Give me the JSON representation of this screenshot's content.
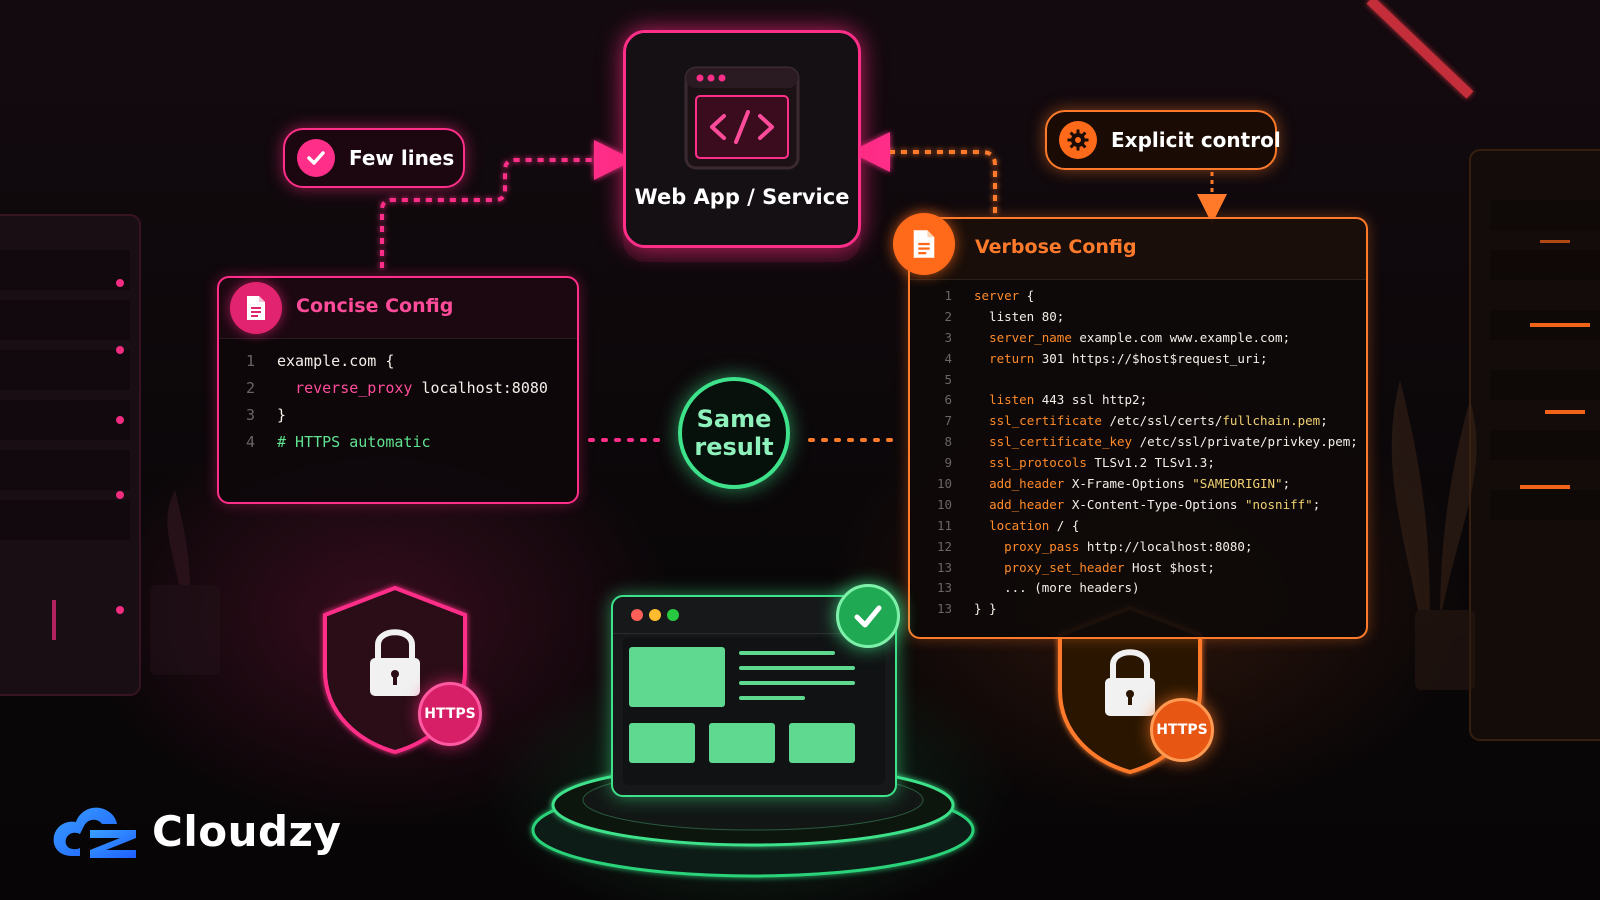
{
  "labels": {
    "few_lines": "Few lines",
    "explicit_control": "Explicit control",
    "web_app": "Web App / Service",
    "same_result_line1": "Same",
    "same_result_line2": "result",
    "https": "HTTPS"
  },
  "concise": {
    "title": "Concise Config",
    "lines": [
      {
        "n": "1",
        "parts": [
          {
            "t": "example.com {",
            "c": "w"
          }
        ]
      },
      {
        "n": "2",
        "parts": [
          {
            "t": "  ",
            "c": "w"
          },
          {
            "t": "reverse_proxy",
            "c": "kp"
          },
          {
            "t": " localhost:8080",
            "c": "w"
          }
        ]
      },
      {
        "n": "3",
        "parts": [
          {
            "t": "}",
            "c": "w"
          }
        ]
      },
      {
        "n": "4",
        "parts": [
          {
            "t": "# HTTPS automatic",
            "c": "c"
          }
        ]
      }
    ]
  },
  "verbose": {
    "title": "Verbose Config",
    "lines": [
      {
        "n": "1",
        "parts": [
          {
            "t": "server",
            "c": "k"
          },
          {
            "t": " {",
            "c": "w"
          }
        ]
      },
      {
        "n": "2",
        "parts": [
          {
            "t": "  listen 80;",
            "c": "w"
          }
        ]
      },
      {
        "n": "3",
        "parts": [
          {
            "t": "  ",
            "c": "w"
          },
          {
            "t": "server_name",
            "c": "k"
          },
          {
            "t": " example.com www.example.com;",
            "c": "w"
          }
        ]
      },
      {
        "n": "4",
        "parts": [
          {
            "t": "  ",
            "c": "w"
          },
          {
            "t": "return",
            "c": "k"
          },
          {
            "t": " 301 https://$host$request_uri;",
            "c": "w"
          }
        ]
      },
      {
        "n": "5",
        "parts": []
      },
      {
        "n": "6",
        "parts": [
          {
            "t": "  ",
            "c": "w"
          },
          {
            "t": "listen",
            "c": "k"
          },
          {
            "t": " 443 ssl http2;",
            "c": "w"
          }
        ]
      },
      {
        "n": "7",
        "parts": [
          {
            "t": "  ",
            "c": "w"
          },
          {
            "t": "ssl_certificate",
            "c": "k"
          },
          {
            "t": " /etc/ssl/certs/",
            "c": "w"
          },
          {
            "t": "fullchain.pem",
            "c": "s"
          },
          {
            "t": ";",
            "c": "w"
          }
        ]
      },
      {
        "n": "8",
        "parts": [
          {
            "t": "  ",
            "c": "w"
          },
          {
            "t": "ssl_certificate_key",
            "c": "k"
          },
          {
            "t": " /etc/ssl/private/privkey.pem;",
            "c": "w"
          }
        ]
      },
      {
        "n": "9",
        "parts": [
          {
            "t": "  ",
            "c": "w"
          },
          {
            "t": "ssl_protocols",
            "c": "k"
          },
          {
            "t": " TLSv1.2 TLSv1.3;",
            "c": "w"
          }
        ]
      },
      {
        "n": "10",
        "parts": [
          {
            "t": "  ",
            "c": "w"
          },
          {
            "t": "add_header",
            "c": "k"
          },
          {
            "t": " X-Frame-Options ",
            "c": "w"
          },
          {
            "t": "\"SAMEORIGIN\"",
            "c": "s"
          },
          {
            "t": ";",
            "c": "w"
          }
        ]
      },
      {
        "n": "10",
        "parts": [
          {
            "t": "  ",
            "c": "w"
          },
          {
            "t": "add_header",
            "c": "k"
          },
          {
            "t": " X-Content-Type-Options ",
            "c": "w"
          },
          {
            "t": "\"nosniff\"",
            "c": "s"
          },
          {
            "t": ";",
            "c": "w"
          }
        ]
      },
      {
        "n": "11",
        "parts": [
          {
            "t": "  ",
            "c": "w"
          },
          {
            "t": "location",
            "c": "k"
          },
          {
            "t": " / {",
            "c": "w"
          }
        ]
      },
      {
        "n": "12",
        "parts": [
          {
            "t": "    ",
            "c": "w"
          },
          {
            "t": "proxy_pass",
            "c": "k"
          },
          {
            "t": " http://localhost:8080;",
            "c": "w"
          }
        ]
      },
      {
        "n": "13",
        "parts": [
          {
            "t": "    ",
            "c": "w"
          },
          {
            "t": "proxy_set_header",
            "c": "k"
          },
          {
            "t": " Host $host;",
            "c": "w"
          }
        ]
      },
      {
        "n": "13",
        "parts": [
          {
            "t": "    ... (more headers)",
            "c": "w"
          }
        ]
      },
      {
        "n": "13",
        "parts": [
          {
            "t": "} }",
            "c": "w"
          }
        ]
      }
    ]
  },
  "brand": {
    "name": "Cloudzy"
  },
  "colors": {
    "pink": "#ff2e88",
    "orange": "#ff7a2a",
    "green": "#3ee28a"
  },
  "icons": [
    "check-icon",
    "gear-icon",
    "code-window-icon",
    "document-icon",
    "shield-lock-icon",
    "checkmark-badge-icon",
    "cloudzy-logo"
  ]
}
